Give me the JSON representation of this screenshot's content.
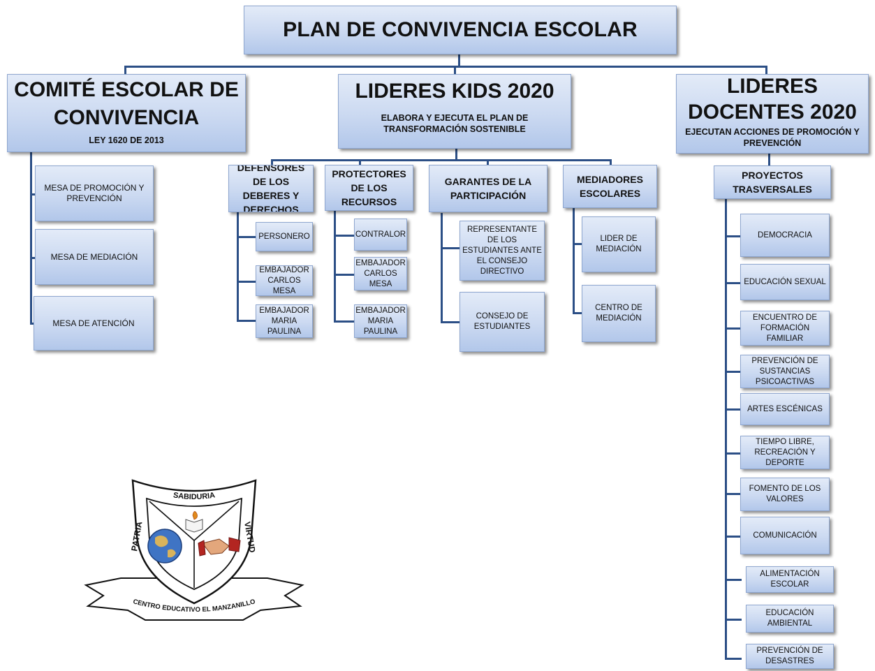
{
  "title": "PLAN DE CONVIVENCIA ESCOLAR",
  "comite": {
    "title_line1": "COMITÉ ESCOLAR DE",
    "title_line2": "CONVIVENCIA",
    "subtitle": "LEY 1620 DE 2013",
    "mesas": [
      "MESA DE PROMOCIÓN Y PREVENCIÓN",
      "MESA DE MEDIACIÓN",
      "MESA DE ATENCIÓN"
    ]
  },
  "kids": {
    "title": "LIDERES KIDS 2020",
    "subtitle": "ELABORA Y EJECUTA EL PLAN DE TRANSFORMACIÓN SOSTENIBLE",
    "groups": [
      {
        "label": "DEFENSORES DE LOS DEBERES Y DERECHOS",
        "items": [
          "PERSONERO",
          "EMBAJADOR CARLOS MESA",
          "EMBAJADOR MARIA PAULINA"
        ]
      },
      {
        "label": "PROTECTORES DE LOS RECURSOS",
        "items": [
          "CONTRALOR",
          "EMBAJADOR CARLOS MESA",
          "EMBAJADOR MARIA PAULINA"
        ]
      },
      {
        "label": "GARANTES DE LA PARTICIPACIÓN",
        "items": [
          "REPRESENTANTE DE LOS ESTUDIANTES ANTE EL CONSEJO DIRECTIVO",
          "CONSEJO DE ESTUDIANTES"
        ]
      },
      {
        "label": "MEDIADORES ESCOLARES",
        "items": [
          "LIDER DE MEDIACIÓN",
          "CENTRO DE MEDIACIÓN"
        ]
      }
    ]
  },
  "docentes": {
    "title_line1": "LIDERES",
    "title_line2": "DOCENTES 2020",
    "subtitle": "EJECUTAN ACCIONES DE PROMOCIÓN Y PREVENCIÓN",
    "proyectos_label": "PROYECTOS TRASVERSALES",
    "proyectos": [
      "DEMOCRACIA",
      "EDUCACIÓN SEXUAL",
      "ENCUENTRO DE FORMACIÓN FAMILIAR",
      "PREVENCIÓN DE SUSTANCIAS PSICOACTIVAS",
      "ARTES ESCÉNICAS",
      "TIEMPO LIBRE, RECREACIÓN Y DEPORTE",
      "FOMENTO DE LOS VALORES",
      "COMUNICACIÓN",
      "ALIMENTACIÓN ESCOLAR",
      "EDUCACIÓN AMBIENTAL",
      "PREVENCIÓN DE DESASTRES"
    ]
  },
  "logo": {
    "banner_top": "SABIDURIA",
    "left": "PATRIA",
    "right": "VIRTUD",
    "bottom": "CENTRO EDUCATIVO EL MANZANILLO"
  },
  "colors": {
    "line": "#2c4f86",
    "box_top": "#e3ebf8",
    "box_bottom": "#b2c7ea"
  }
}
